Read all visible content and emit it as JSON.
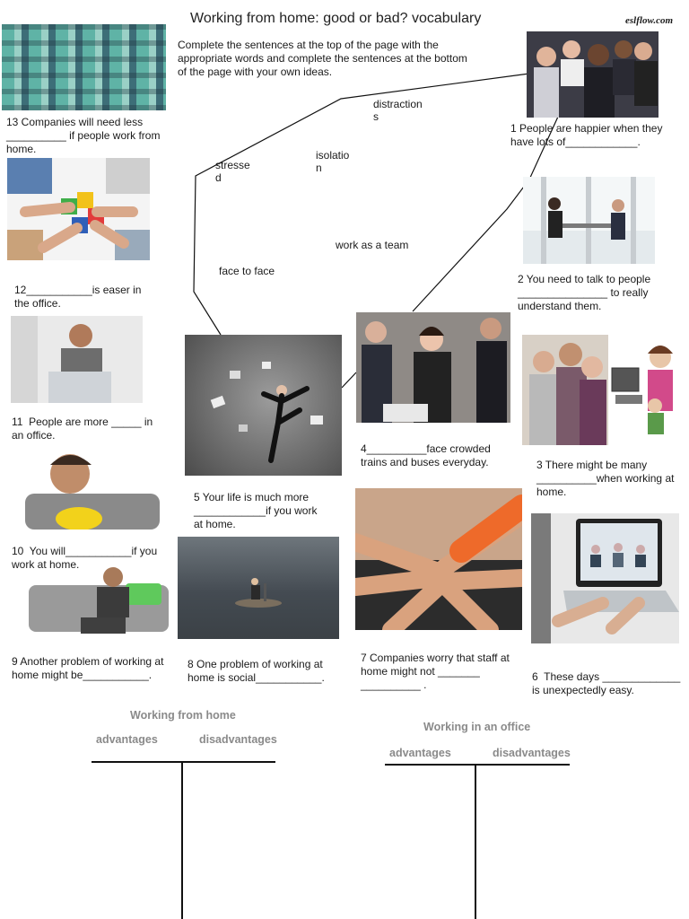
{
  "title": "Working from home: good or bad?  vocabulary",
  "logo": "eslflow.com",
  "instructions": "Complete the sentences at the top of the page with the appropriate words and complete the sentences at the bottom of the page with your own ideas.",
  "words": [
    "distraction\ns",
    "isolatio\nn",
    "stresse\nd",
    "work as a team",
    "face to face"
  ],
  "sentences": [
    "1 People are happier when they have lots of____________.",
    "2 You need to talk to people _______________ to really understand them.",
    "3 There might be many __________when working at home.",
    "4__________face crowded trains and buses everyday.",
    "5 Your life is much more ____________if you work at home.",
    "6  These days _____________ is unexpectedly easy.",
    "7 Companies worry that staff at home might not _______ __________ .",
    "8 One problem of working at home is social___________.",
    "9 Another problem of working at home might be___________.",
    "10  You will___________if you work at home.",
    "11  People are more _____ in an office.",
    "12___________is easer in the office.",
    "13 Companies will need less __________ if people work from home."
  ],
  "tables": [
    {
      "title": "Working from home",
      "col1": "advantages",
      "col2": "disadvantages"
    },
    {
      "title": "Working in an office",
      "col1": "advantages",
      "col2": "disadvantages"
    }
  ]
}
